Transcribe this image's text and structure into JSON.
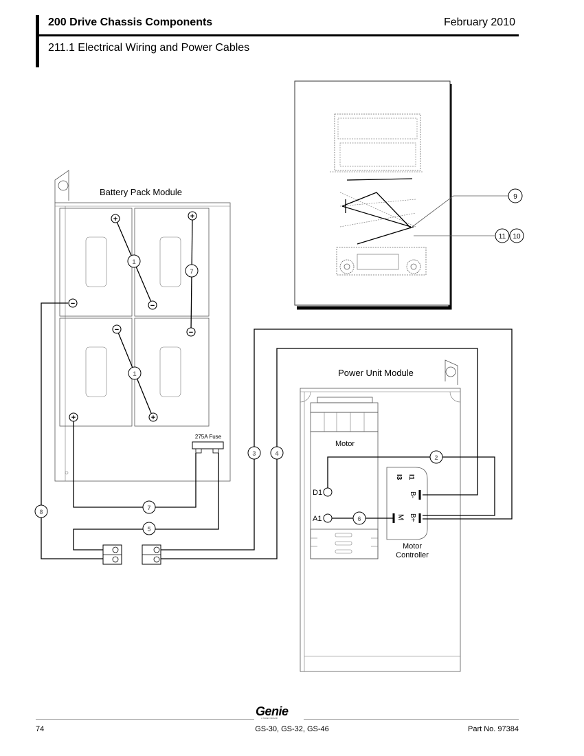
{
  "header": {
    "section_title": "200 Drive Chassis Components",
    "date": "February 2010",
    "subsection": "211.1 Electrical Wiring and Power Cables"
  },
  "diagram": {
    "battery_module_label": "Battery Pack Module",
    "power_unit_label": "Power Unit Module",
    "fuse_label": "275A Fuse",
    "motor_label": "Motor",
    "controller_label_line1": "Motor",
    "controller_label_line2": "Controller",
    "terminal_d1": "D1",
    "terminal_a1": "A1",
    "controller_pins": {
      "i1": "I1",
      "i3": "I3",
      "bminus": "B-",
      "bplus": "B+",
      "m": "M"
    },
    "callouts": {
      "c1": "1",
      "c2": "2",
      "c3": "3",
      "c4": "4",
      "c5": "5",
      "c6": "6",
      "c7": "7",
      "c8": "8",
      "c9": "9",
      "c10": "10",
      "c11": "11"
    },
    "polarity": {
      "plus": "+",
      "minus": "−"
    }
  },
  "footer": {
    "page_number": "74",
    "models": "GS-30, GS-32, GS-46",
    "part_number": "Part No. 97384",
    "logo_text": "Genie",
    "logo_tagline": "A TEREX BRAND"
  }
}
